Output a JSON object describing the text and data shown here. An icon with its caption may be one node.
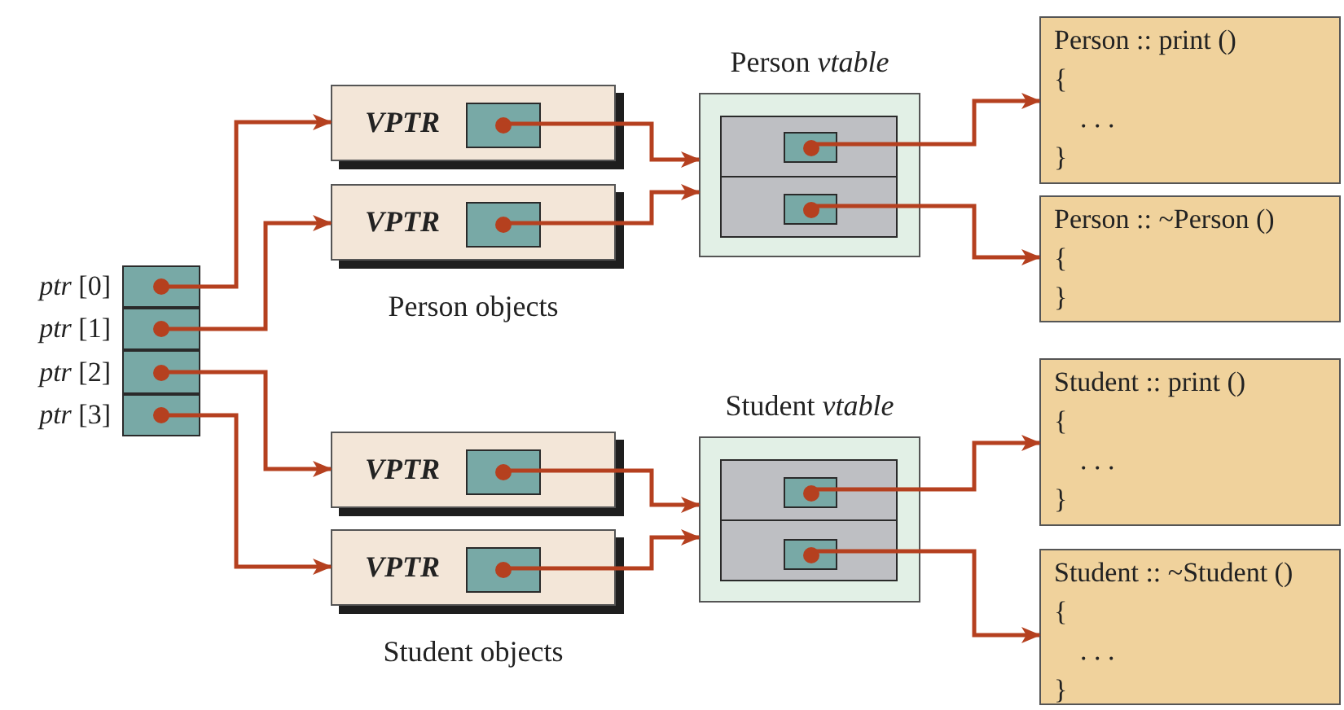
{
  "diagram": {
    "nodes": [
      {
        "text": [],
        "shape": "box",
        "beside": [
          "*ptr* [0]"
        ]
      },
      {
        "text": [],
        "shape": "box",
        "beside": [
          "*ptr* [1]"
        ]
      },
      {
        "text": [],
        "shape": "box",
        "beside": [
          "*ptr* [2]"
        ]
      },
      {
        "text": [],
        "shape": "box",
        "beside": [
          "*ptr* [3]"
        ]
      },
      {
        "text": [
          "VPTR"
        ]
      },
      {
        "text": [],
        "shape": "box",
        "in": 4
      },
      {
        "text": [
          "VPTR"
        ],
        "beside": [
          "Person objects"
        ]
      },
      {
        "text": [],
        "shape": "box",
        "in": 6
      },
      {
        "text": [
          "Person *vtable*"
        ]
      },
      {
        "text": [],
        "shape": "box",
        "in": 8
      },
      {
        "text": [],
        "shape": "box",
        "in": 8
      },
      {
        "text": [],
        "shape": "box",
        "in": 9
      },
      {
        "text": [],
        "shape": "box",
        "in": 10
      },
      {
        "text": [
          "Person :: print ()",
          "{",
          ". . .",
          "}"
        ]
      },
      {
        "text": [
          "Person :: ~Person ()",
          "{",
          "}"
        ]
      },
      {
        "text": [
          "VPTR"
        ]
      },
      {
        "text": [],
        "shape": "box",
        "in": 15
      },
      {
        "text": [
          "VPTR"
        ],
        "beside": [
          "Student objects"
        ]
      },
      {
        "text": [],
        "shape": "box",
        "in": 17
      },
      {
        "text": [
          "Student *vtable*"
        ]
      },
      {
        "text": [],
        "shape": "box",
        "in": 19
      },
      {
        "text": [],
        "shape": "box",
        "in": 19
      },
      {
        "text": [],
        "shape": "box",
        "in": 20
      },
      {
        "text": [],
        "shape": "box",
        "in": 21
      },
      {
        "text": [
          "Student :: print ()",
          "{",
          ". . .",
          "}"
        ]
      },
      {
        "text": [
          "Student :: ~Student ()",
          "{",
          ". . .",
          "}"
        ]
      }
    ],
    "edges": [
      {
        "from": 0,
        "to": 4,
        "arrow": "to"
      },
      {
        "from": 1,
        "to": 6,
        "arrow": "to"
      },
      {
        "from": 2,
        "to": 15,
        "arrow": "to"
      },
      {
        "from": 3,
        "to": 17,
        "arrow": "to"
      },
      {
        "from": 5,
        "to": 8,
        "arrow": "to"
      },
      {
        "from": 7,
        "to": 8,
        "arrow": "to"
      },
      {
        "from": 11,
        "to": 13,
        "arrow": "to"
      },
      {
        "from": 12,
        "to": 14,
        "arrow": "to"
      },
      {
        "from": 16,
        "to": 19,
        "arrow": "to"
      },
      {
        "from": 18,
        "to": 19,
        "arrow": "to"
      },
      {
        "from": 22,
        "to": 24,
        "arrow": "to"
      },
      {
        "from": 23,
        "to": 25,
        "arrow": "to"
      }
    ]
  }
}
